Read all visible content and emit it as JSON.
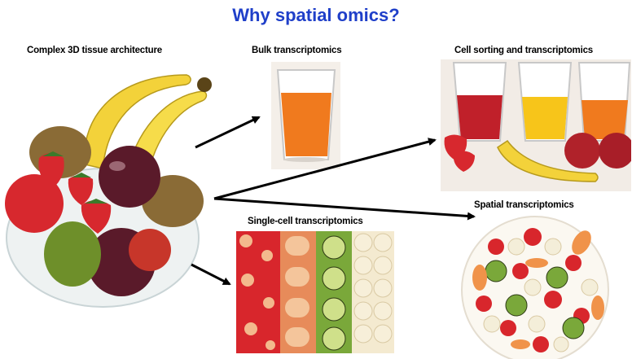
{
  "title": "Why spatial omics?",
  "labels": {
    "tissue": "Complex 3D tissue architecture",
    "bulk": "Bulk transcriptomics",
    "sorting": "Cell sorting and transcriptomics",
    "single_cell": "Single-cell transcriptomics",
    "spatial": "Spatial transcriptomics"
  },
  "colors": {
    "title": "#1f3fc9",
    "arrow": "#000000",
    "juice_orange": "#f07a1e",
    "juice_red": "#c0202a",
    "juice_yellow": "#f7c51a",
    "banana": "#f3d23a",
    "strawberry": "#d7282e",
    "kiwi": "#7aa83a",
    "plum": "#5a1a2a"
  },
  "icons": [
    "fruit-bowl-image",
    "juice-glass-image",
    "three-juice-glasses-image",
    "sliced-fruit-grid-image",
    "fruit-plate-image"
  ]
}
